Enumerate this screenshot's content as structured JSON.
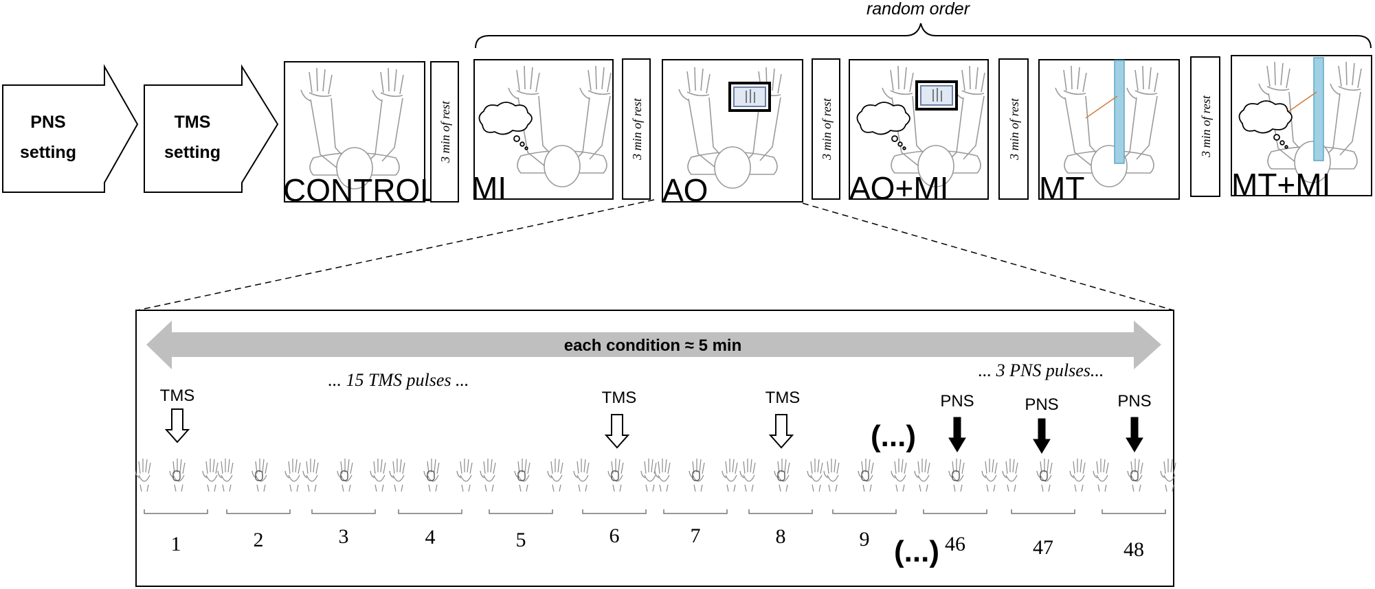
{
  "header": {
    "random_order": "random order"
  },
  "setup_steps": [
    {
      "line1": "PNS",
      "line2": "setting"
    },
    {
      "line1": "TMS",
      "line2": "setting"
    }
  ],
  "conditions": [
    {
      "label": "CONTROL"
    },
    {
      "label": "MI"
    },
    {
      "label": "AO"
    },
    {
      "label": "AO+MI"
    },
    {
      "label": "MT"
    },
    {
      "label": "MT+MI"
    }
  ],
  "rest_label": "3 min of rest",
  "timeline": {
    "duration_label": "each condition ≈ 5 min",
    "tms_pulses_note": "... 15 TMS pulses ...",
    "pns_pulses_note": "... 3 PNS pulses...",
    "tms_label": "TMS",
    "pns_label": "PNS",
    "ellipsis": "(...)",
    "trials": [
      "1",
      "2",
      "3",
      "4",
      "5",
      "6",
      "7",
      "8",
      "9",
      "46",
      "47",
      "48"
    ]
  }
}
